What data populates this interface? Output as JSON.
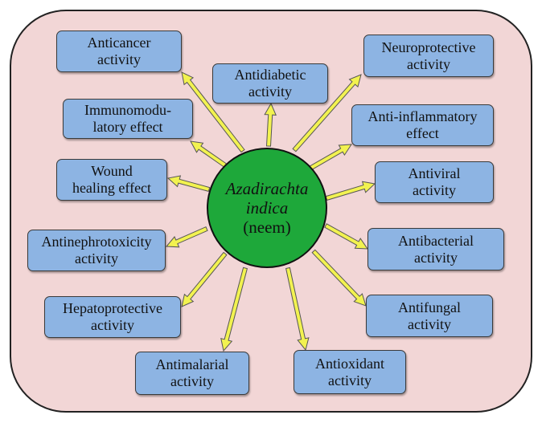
{
  "center": {
    "line1": "Azadirachta",
    "line2": "indica",
    "line3": "(neem)"
  },
  "activities": [
    {
      "id": "anticancer",
      "line1": "Anticancer",
      "line2": "activity"
    },
    {
      "id": "antidiabetic",
      "line1": "Antidiabetic",
      "line2": "activity"
    },
    {
      "id": "neuroprotective",
      "line1": "Neuroprotective",
      "line2": "activity"
    },
    {
      "id": "immunomodulatory",
      "line1": "Immunomodu-",
      "line2": "latory effect"
    },
    {
      "id": "anti-inflammatory",
      "line1": "Anti-inflammatory",
      "line2": "effect"
    },
    {
      "id": "wound-healing",
      "line1": "Wound",
      "line2": "healing effect"
    },
    {
      "id": "antiviral",
      "line1": "Antiviral",
      "line2": "activity"
    },
    {
      "id": "antinephrotoxicity",
      "line1": "Antinephrotoxicity",
      "line2": "activity"
    },
    {
      "id": "antibacterial",
      "line1": "Antibacterial",
      "line2": "activity"
    },
    {
      "id": "hepatoprotective",
      "line1": "Hepatoprotective",
      "line2": "activity"
    },
    {
      "id": "antifungal",
      "line1": "Antifungal",
      "line2": "activity"
    },
    {
      "id": "antimalarial",
      "line1": "Antimalarial",
      "line2": "activity"
    },
    {
      "id": "antioxidant",
      "line1": "Antioxidant",
      "line2": "activity"
    }
  ],
  "colors": {
    "panel": "#f2d6d6",
    "center_circle": "#1ea83a",
    "box": "#8db4e3",
    "arrow": "#f2f250"
  }
}
